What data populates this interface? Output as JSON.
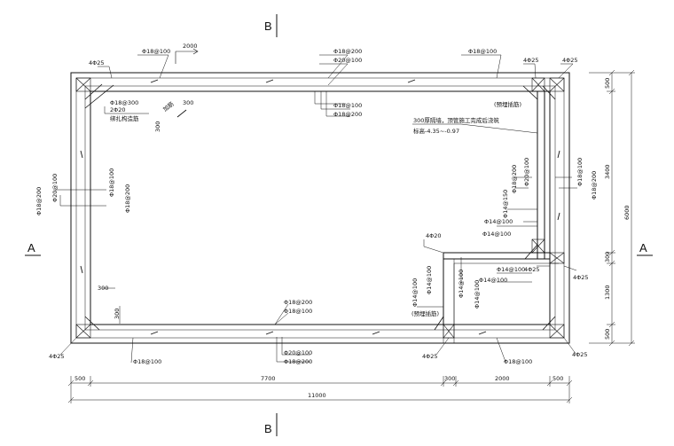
{
  "sections": {
    "a": "A",
    "b": "B"
  },
  "rebar": {
    "top_left_corner": "4Φ25",
    "top_main_left": "Φ18@100",
    "top_mid_outer": "Φ18@200",
    "top_mid_inner": "Φ20@100",
    "top_mid_in1": "Φ18@100",
    "top_mid_in2": "Φ18@200",
    "top_main_right": "Φ18@100",
    "top_right_corner1": "4Φ25",
    "top_right_corner2": "4Φ25",
    "inner_tl_1": "Φ18@300",
    "inner_tl_2": "2Φ20",
    "left_a": "Φ18@200",
    "left_b": "Φ20@100",
    "left_c": "Φ18@100",
    "left_d": "Φ18@200",
    "right_a": "Φ18@200",
    "right_b": "Φ20@100",
    "right_c": "Φ18@100",
    "right_d": "Φ18@200",
    "right_e": "Φ14@150",
    "inner_r1": "Φ14@100",
    "inner_r2": "Φ14@100",
    "inner_r3": "Φ14@100",
    "inner_r4": "Φ14@100",
    "inner_r5": "4Φ25",
    "corner_mid": "4Φ20",
    "corner_mid_right": "4Φ25",
    "corner_v1": "Φ14@100",
    "corner_v2": "Φ14@100",
    "corner_v3": "Φ14@100",
    "corner_v4": "Φ14@100",
    "bot_mid_in1": "Φ18@200",
    "bot_mid_in2": "Φ18@100",
    "bot_mid_out1": "Φ20@100",
    "bot_mid_out2": "Φ18@200",
    "bot_main_left": "Φ18@100",
    "bot_main_right": "Φ18@100",
    "bot_left_corner": "4Φ25",
    "bot_mid_corner": "4Φ25",
    "bot_right_corner": "4Φ25"
  },
  "notes": {
    "preembed_top": "(预埋插筋)",
    "preembed_bottom": "(预埋插筋)",
    "wall_note": "300厚隔墙，顶管施工完成后浇筑",
    "elevation_note": "标高-4.35~-0.97",
    "tl_note": "绑扎构造筋",
    "top_diag": "加筋",
    "gap_300": "300"
  },
  "dimensions": {
    "bottom_segments": [
      "500",
      "7700",
      "300",
      "2000",
      "500"
    ],
    "bottom_total": "11000",
    "right_segments": [
      "500",
      "3400",
      "300",
      "1300",
      "500"
    ],
    "right_total": "6000",
    "inner_300_h": "300",
    "inner_300_v": "300",
    "top_arrow": "2000"
  }
}
